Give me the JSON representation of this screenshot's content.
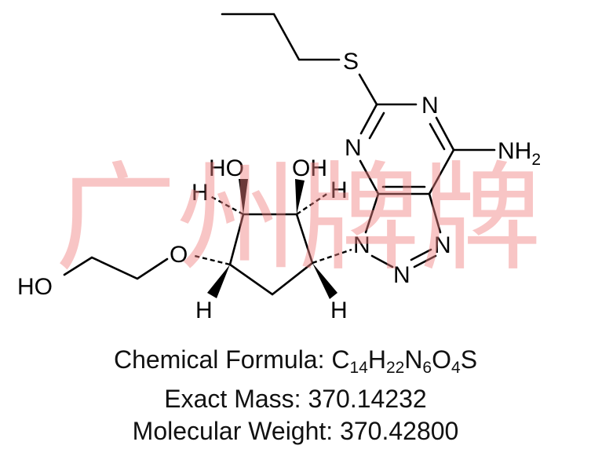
{
  "watermark": "广州牌牌",
  "atoms": {
    "S": "S",
    "N": "N",
    "NH2": "NH",
    "NH2_sub": "2",
    "HO": "HO",
    "OH": "OH",
    "O": "O",
    "H": "H"
  },
  "caption": {
    "formula_label": "Chemical Formula: ",
    "formula_parts": [
      "C",
      "14",
      "H",
      "22",
      "N",
      "6",
      "O",
      "4",
      "S"
    ],
    "exact_mass": "Exact Mass: 370.14232",
    "molecular_weight": "Molecular Weight: 370.42800"
  }
}
